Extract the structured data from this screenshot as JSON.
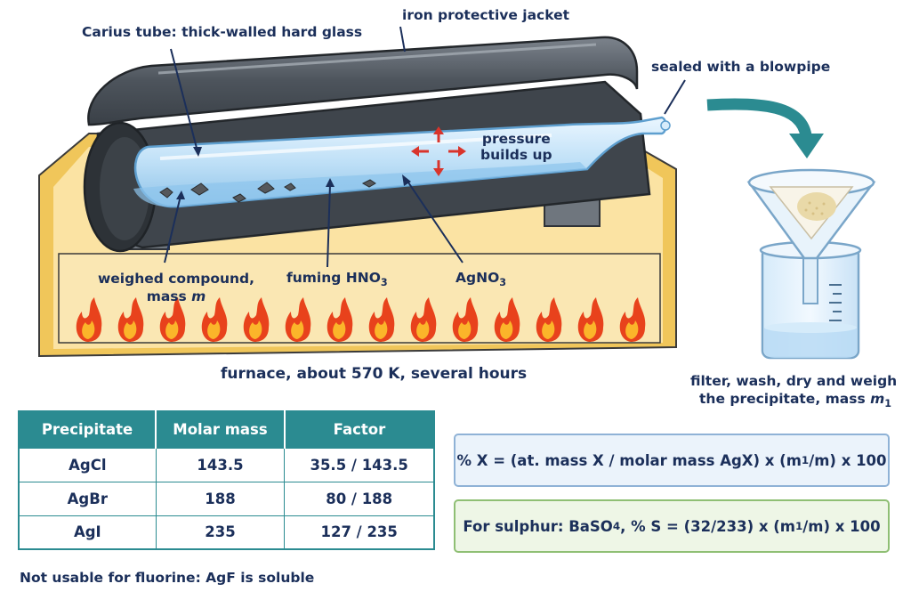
{
  "labels": {
    "carius_tube": "Carius tube: thick-walled hard glass",
    "jacket": "iron protective jacket",
    "sealed": "sealed with a blowpipe",
    "pressure_line1": "pressure",
    "pressure_line2": "builds up",
    "compound_line1": "weighed compound,",
    "compound_line2_prefix": "mass ",
    "compound_line2_var": "m",
    "hno3_prefix": "fuming HNO",
    "hno3_sub": "3",
    "agno3_prefix": "AgNO",
    "agno3_sub": "3",
    "furnace": "furnace, about 570 K, several hours",
    "filter_line1": "filter, wash, dry and weigh",
    "filter_line2_prefix": "the precipitate, mass ",
    "filter_line2_var": "m",
    "filter_line2_sub": "1"
  },
  "table": {
    "headers": [
      "Precipitate",
      "Molar mass",
      "Factor"
    ],
    "rows": [
      [
        "AgCl",
        "143.5",
        "35.5 / 143.5"
      ],
      [
        "AgBr",
        "188",
        "80 / 188"
      ],
      [
        "AgI",
        "235",
        "127 / 235"
      ]
    ]
  },
  "formulas": {
    "x_part1": "% X = (at. mass X / molar mass AgX) x (m",
    "x_sub": "1",
    "x_part2": "/m) x 100",
    "s_part1": "For sulphur: BaSO",
    "s_sub1": "4",
    "s_part2": ", % S = (32/233) x (m",
    "s_sub2": "1",
    "s_part3": "/m) x 100"
  },
  "note": "Not usable for fluorine: AgF is soluble",
  "colors": {
    "teal": "#2b8b91",
    "navy": "#1b2f5a",
    "red_arrow": "#d9342b",
    "furnace": "#f6d27a"
  }
}
